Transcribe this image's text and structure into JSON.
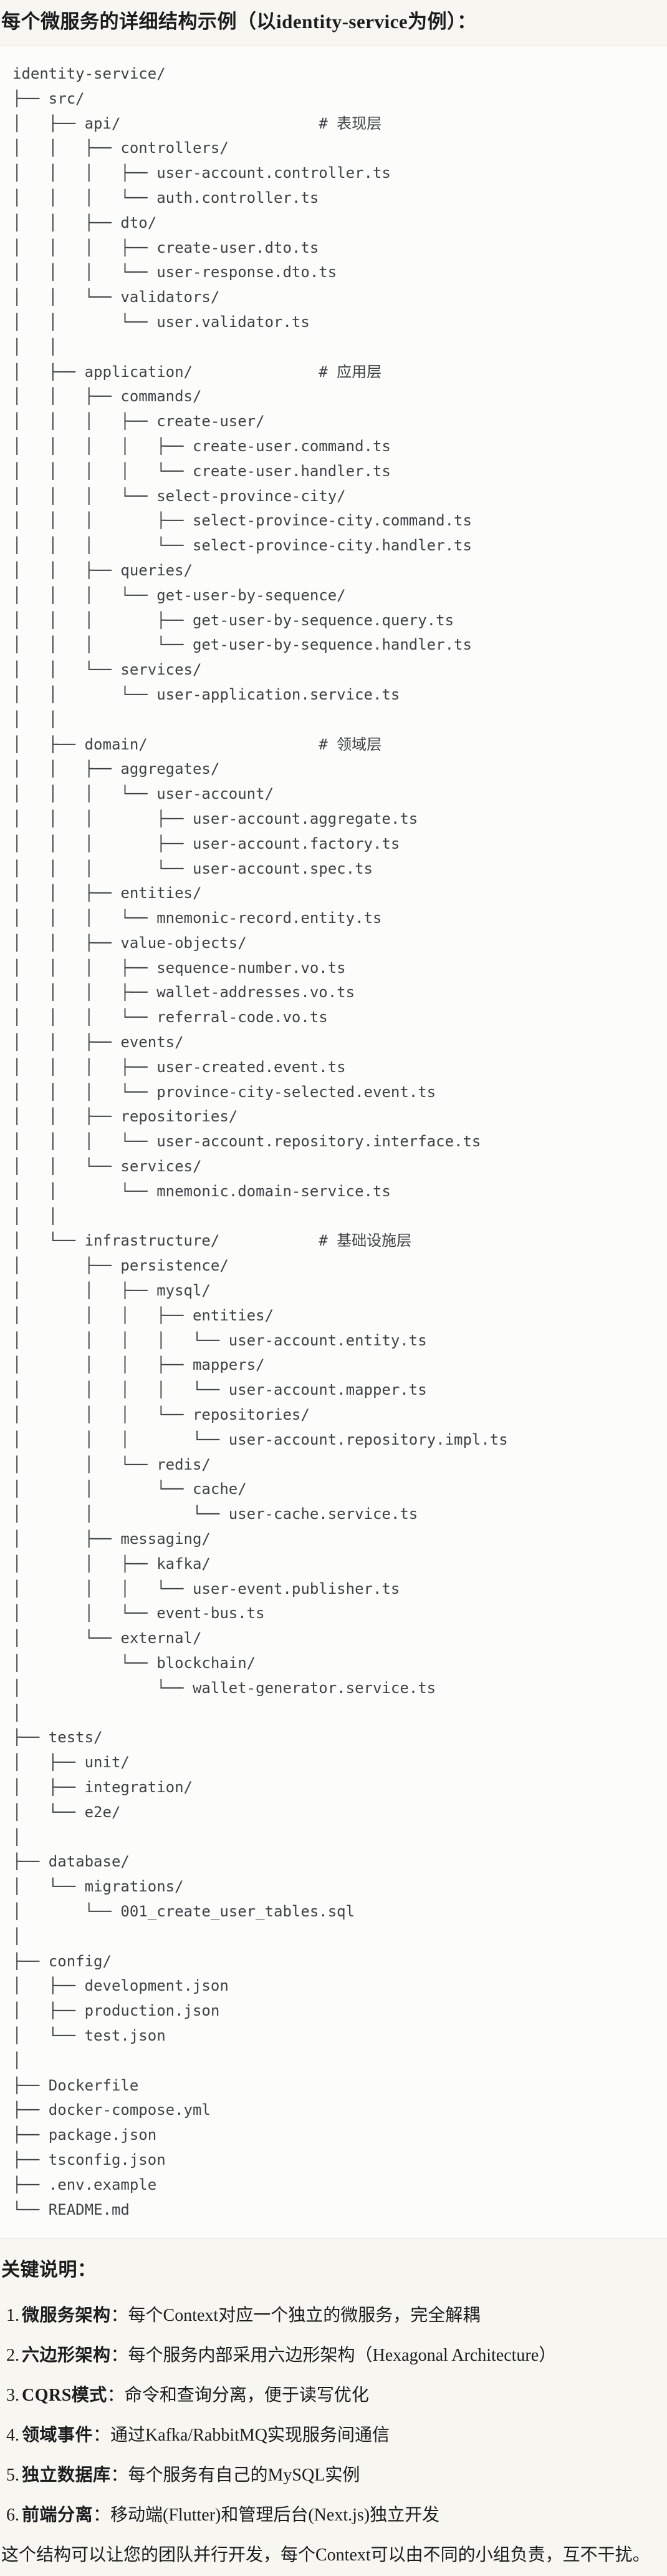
{
  "page": {
    "title": "每个微服务的详细结构示例（以identity-service为例）："
  },
  "colors": {
    "page_background": "#f7f6f1",
    "code_background": "#fcfcfa",
    "code_border": "#e8e6df",
    "body_text": "#1a1c1e",
    "code_text": "#3d4247"
  },
  "code": {
    "layer_comments": [
      "# 表现层",
      "# 应用层",
      "# 领域层",
      "# 基础设施层"
    ],
    "tree_lines": [
      "identity-service/",
      "├── src/",
      "│   ├── api/                      # 表现层",
      "│   │   ├── controllers/",
      "│   │   │   ├── user-account.controller.ts",
      "│   │   │   └── auth.controller.ts",
      "│   │   ├── dto/",
      "│   │   │   ├── create-user.dto.ts",
      "│   │   │   └── user-response.dto.ts",
      "│   │   └── validators/",
      "│   │       └── user.validator.ts",
      "│   │",
      "│   ├── application/              # 应用层",
      "│   │   ├── commands/",
      "│   │   │   ├── create-user/",
      "│   │   │   │   ├── create-user.command.ts",
      "│   │   │   │   └── create-user.handler.ts",
      "│   │   │   └── select-province-city/",
      "│   │   │       ├── select-province-city.command.ts",
      "│   │   │       └── select-province-city.handler.ts",
      "│   │   ├── queries/",
      "│   │   │   └── get-user-by-sequence/",
      "│   │   │       ├── get-user-by-sequence.query.ts",
      "│   │   │       └── get-user-by-sequence.handler.ts",
      "│   │   └── services/",
      "│   │       └── user-application.service.ts",
      "│   │",
      "│   ├── domain/                   # 领域层",
      "│   │   ├── aggregates/",
      "│   │   │   └── user-account/",
      "│   │   │       ├── user-account.aggregate.ts",
      "│   │   │       ├── user-account.factory.ts",
      "│   │   │       └── user-account.spec.ts",
      "│   │   ├── entities/",
      "│   │   │   └── mnemonic-record.entity.ts",
      "│   │   ├── value-objects/",
      "│   │   │   ├── sequence-number.vo.ts",
      "│   │   │   ├── wallet-addresses.vo.ts",
      "│   │   │   └── referral-code.vo.ts",
      "│   │   ├── events/",
      "│   │   │   ├── user-created.event.ts",
      "│   │   │   └── province-city-selected.event.ts",
      "│   │   ├── repositories/",
      "│   │   │   └── user-account.repository.interface.ts",
      "│   │   └── services/",
      "│   │       └── mnemonic.domain-service.ts",
      "│   │",
      "│   └── infrastructure/           # 基础设施层",
      "│       ├── persistence/",
      "│       │   ├── mysql/",
      "│       │   │   ├── entities/",
      "│       │   │   │   └── user-account.entity.ts",
      "│       │   │   ├── mappers/",
      "│       │   │   │   └── user-account.mapper.ts",
      "│       │   │   └── repositories/",
      "│       │   │       └── user-account.repository.impl.ts",
      "│       │   └── redis/",
      "│       │       └── cache/",
      "│       │           └── user-cache.service.ts",
      "│       ├── messaging/",
      "│       │   ├── kafka/",
      "│       │   │   └── user-event.publisher.ts",
      "│       │   └── event-bus.ts",
      "│       └── external/",
      "│           └── blockchain/",
      "│               └── wallet-generator.service.ts",
      "│",
      "├── tests/",
      "│   ├── unit/",
      "│   ├── integration/",
      "│   └── e2e/",
      "│",
      "├── database/",
      "│   └── migrations/",
      "│       └── 001_create_user_tables.sql",
      "│",
      "├── config/",
      "│   ├── development.json",
      "│   ├── production.json",
      "│   └── test.json",
      "│",
      "├── Dockerfile",
      "├── docker-compose.yml",
      "├── package.json",
      "├── tsconfig.json",
      "├── .env.example",
      "└── README.md"
    ]
  },
  "notes": {
    "heading": "关键说明：",
    "items": [
      {
        "num": "1.",
        "label": "微服务架构",
        "colon": "：",
        "text": "每个Context对应一个独立的微服务，完全解耦"
      },
      {
        "num": "2.",
        "label": "六边形架构",
        "colon": "：",
        "text": "每个服务内部采用六边形架构（Hexagonal Architecture）"
      },
      {
        "num": "3.",
        "label": "CQRS模式",
        "colon": "：",
        "text": "命令和查询分离，便于读写优化"
      },
      {
        "num": "4.",
        "label": "领域事件",
        "colon": "：",
        "text": "通过Kafka/RabbitMQ实现服务间通信"
      },
      {
        "num": "5.",
        "label": "独立数据库",
        "colon": "：",
        "text": "每个服务有自己的MySQL实例"
      },
      {
        "num": "6.",
        "label": "前端分离",
        "colon": "：",
        "text": "移动端(Flutter)和管理后台(Next.js)独立开发"
      }
    ],
    "footer": "这个结构可以让您的团队并行开发，每个Context可以由不同的小组负责，互不干扰。"
  }
}
